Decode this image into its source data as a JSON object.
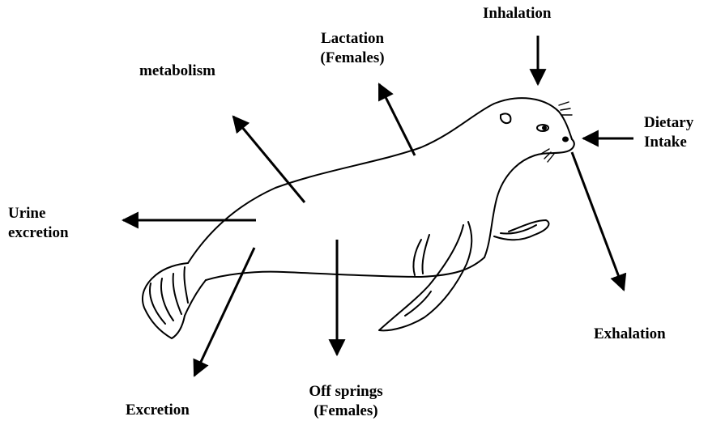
{
  "labels": {
    "inhalation": "Inhalation",
    "lactation_line1": "Lactation",
    "lactation_line2": "(Females)",
    "metabolism": "metabolism",
    "dietary_line1": "Dietary",
    "dietary_line2": "Intake",
    "urine_line1": "Urine",
    "urine_line2": "excretion",
    "exhalation": "Exhalation",
    "excretion": "Excretion",
    "offspring_line1": "Off springs",
    "offspring_line2": "(Females)"
  },
  "colors": {
    "ink": "#000000",
    "background": "#ffffff"
  }
}
